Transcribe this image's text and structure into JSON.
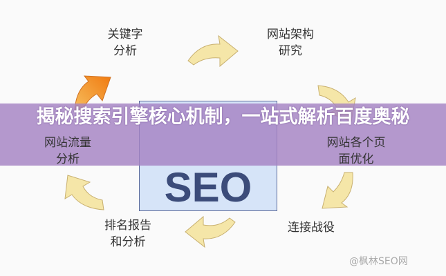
{
  "diagram": {
    "center": "SEO",
    "steps": [
      {
        "label": "关键字\n分析"
      },
      {
        "label": "网站架构\n研究"
      },
      {
        "label": "网站各个页\n面优化"
      },
      {
        "label": "连接战役"
      },
      {
        "label": "排名报告\n和分析"
      },
      {
        "label": "网站流量\n分析"
      }
    ],
    "colors": {
      "arrow": "#f5e6a8",
      "arrow_accent": "#f08a20",
      "banner": "#a582c3"
    }
  },
  "banner": {
    "title": "揭秘搜索引擎核心机制，一站式解析百度奥秘"
  },
  "watermark": "@枫林SEO网"
}
